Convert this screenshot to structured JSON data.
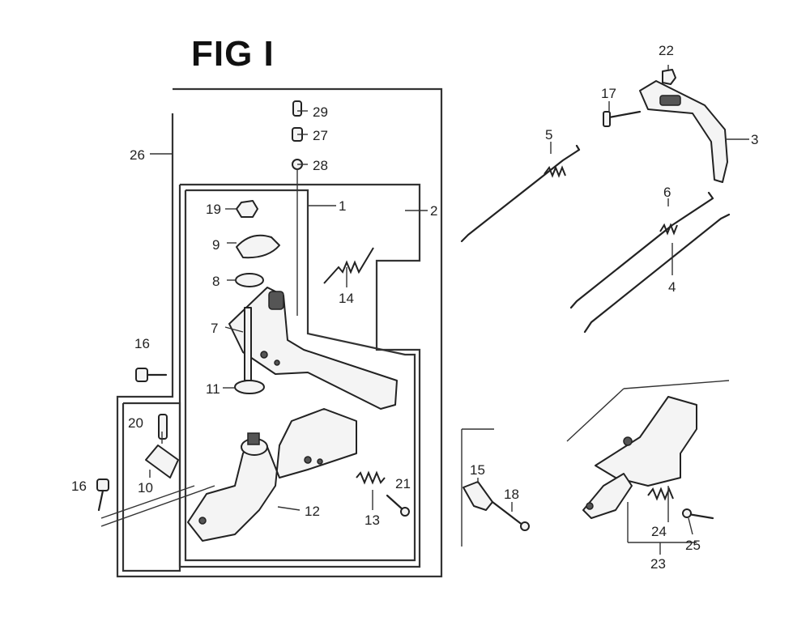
{
  "title": "FIG I",
  "callouts": [
    "1",
    "2",
    "3",
    "4",
    "5",
    "6",
    "7",
    "8",
    "9",
    "10",
    "11",
    "12",
    "13",
    "14",
    "15",
    "16",
    "16",
    "17",
    "18",
    "19",
    "20",
    "21",
    "22",
    "23",
    "24",
    "25",
    "26",
    "27",
    "28",
    "29"
  ],
  "colors": {
    "ink": "#222222",
    "background": "#ffffff"
  }
}
